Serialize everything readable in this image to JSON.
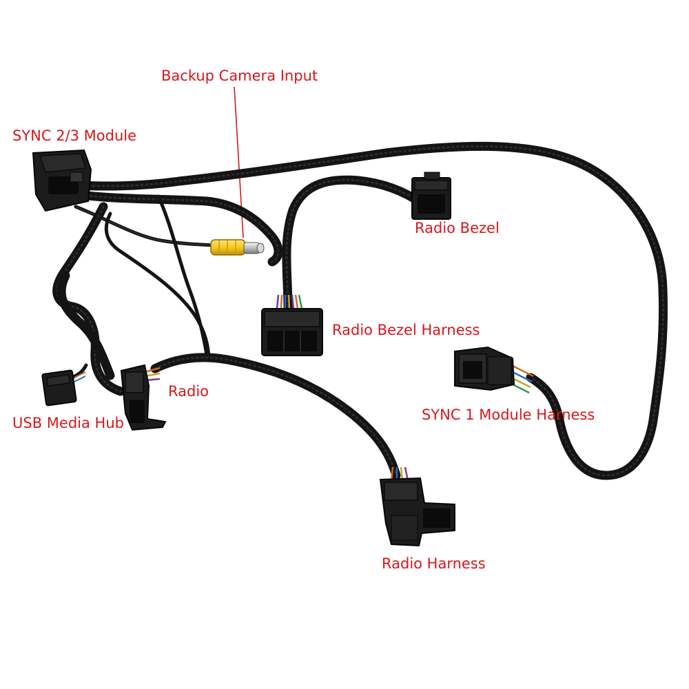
{
  "labels": {
    "backup_camera_input": "Backup Camera Input",
    "sync_23_module": "SYNC 2/3 Module",
    "radio_bezel": "Radio Bezel",
    "radio_bezel_harness": "Radio Bezel Harness",
    "radio": "Radio",
    "usb_media_hub": "USB Media Hub",
    "sync_1_module_harness": "SYNC 1 Module Harness",
    "radio_harness": "Radio Harness"
  },
  "colors": {
    "label": "#d8161c",
    "cable": "#141414",
    "rca_plug": "#f2c51c",
    "background": "#ffffff"
  }
}
